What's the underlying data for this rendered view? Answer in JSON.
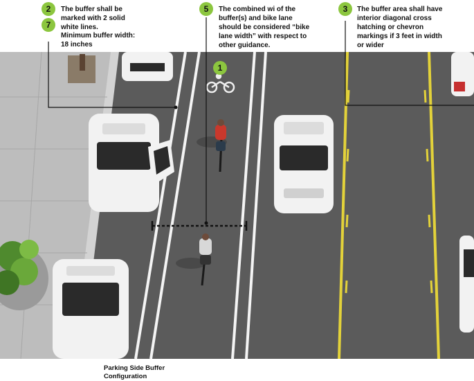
{
  "callouts": [
    {
      "number": "2",
      "text": "The buffer shall be marked with 2 solid white lines."
    },
    {
      "number": "7",
      "text": "Minimum buffer width: 18 inches"
    },
    {
      "number": "5",
      "text": "The combined wi of the buffer(s) and bike lane should be considered “bike lane width” with respect to other guidance."
    },
    {
      "number": "3",
      "text": "The buffer area shall have interior diagonal cross hatching or chevron markings if 3 feet in width or wider"
    },
    {
      "number": "1",
      "text": ""
    }
  ],
  "caption": {
    "line1": "Parking Side Buffer",
    "line2": "Configuration"
  },
  "colors": {
    "badge": "#8cc63f",
    "asphalt": "#5b5b5b",
    "sidewalk": "#b8b8b8",
    "yellow_line": "#e3d23a",
    "white_line": "#f4f4f4",
    "cyclist_shirt": "#c9382c"
  }
}
